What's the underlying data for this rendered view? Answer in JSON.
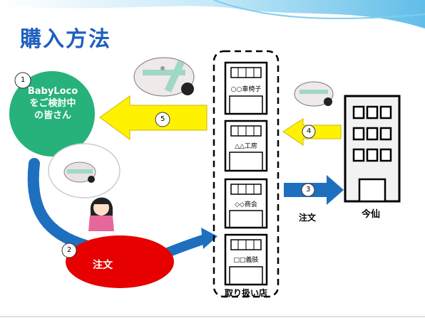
{
  "title": "購入方法",
  "customer": {
    "label": "BabyLoco\nをご検討中\nの皆さん"
  },
  "steps": {
    "s1": "1",
    "s2": "2",
    "s3": "3",
    "s4": "4",
    "s5": "5"
  },
  "order_red_label": "注文",
  "order_blue_label": "注文",
  "maker": {
    "name": "今仙"
  },
  "shops": {
    "title": "取り扱い店",
    "names": [
      "○○車椅子",
      "△△工房",
      "◇◇商会",
      "□□義肢"
    ]
  },
  "colors": {
    "title": "#1f5fbf",
    "customer_circle": "#26b27a",
    "arrow_yellow": "#fff200",
    "arrow_blue": "#1f6fbf",
    "order_ellipse": "#e60000",
    "girl_shirt": "#e6679a"
  },
  "icons": [
    "robot-product-image",
    "thought-bubble",
    "girl-thinking-icon",
    "building-icon",
    "store-building-icon"
  ]
}
